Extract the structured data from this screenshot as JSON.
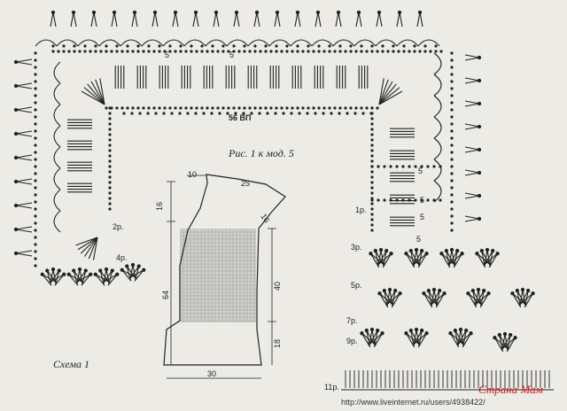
{
  "diagram": {
    "caption": "Рис. 1 к мод. 5",
    "scheme_label": "Схема 1",
    "chain_label": "56 ВП",
    "row_labels": [
      "1р.",
      "2р.",
      "3р.",
      "4р.",
      "5р.",
      "7р.",
      "9р.",
      "11р."
    ],
    "repeat_numbers": [
      "5",
      "5",
      "5",
      "5",
      "5",
      "5"
    ],
    "pattern_dims": {
      "top_left": "10",
      "top_slope": "25",
      "shoulder": "16",
      "sleeve": "16",
      "height": "64",
      "middle": "40",
      "bottom": "18",
      "width": "30"
    }
  },
  "footer": {
    "watermark": "Страна Мам",
    "url": "http://www.liveinternet.ru/users/4938422/"
  }
}
